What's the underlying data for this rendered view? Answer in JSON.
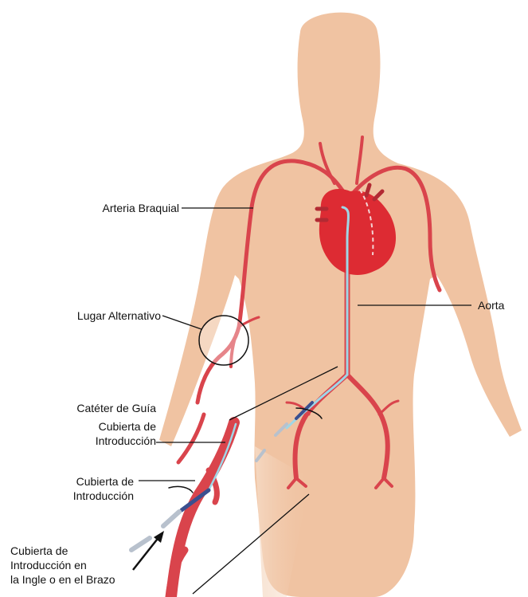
{
  "labels": {
    "brachial": "Arteria Braquial",
    "alternate": "Lugar Alternativo",
    "aorta": "Aorta",
    "guide_catheter": "Catéter de Guía",
    "sheath1_line1": "Cubierta de",
    "sheath1_line2": "Introducción",
    "sheath2_line1": "Cubierta de",
    "sheath2_line2": "Introducción",
    "sheath3_line1": "Cubierta de",
    "sheath3_line2": "Introducción en",
    "sheath3_line3": "la Ingle o en el Brazo"
  },
  "colors": {
    "skin": "#f0c3a2",
    "skin_shade": "#e3ab86",
    "artery": "#d9444c",
    "artery_dark": "#b22a33",
    "heart": "#dd2b33",
    "catheter": "#9fd6e6",
    "sheath": "#3b4f8f",
    "leader": "#111111"
  }
}
